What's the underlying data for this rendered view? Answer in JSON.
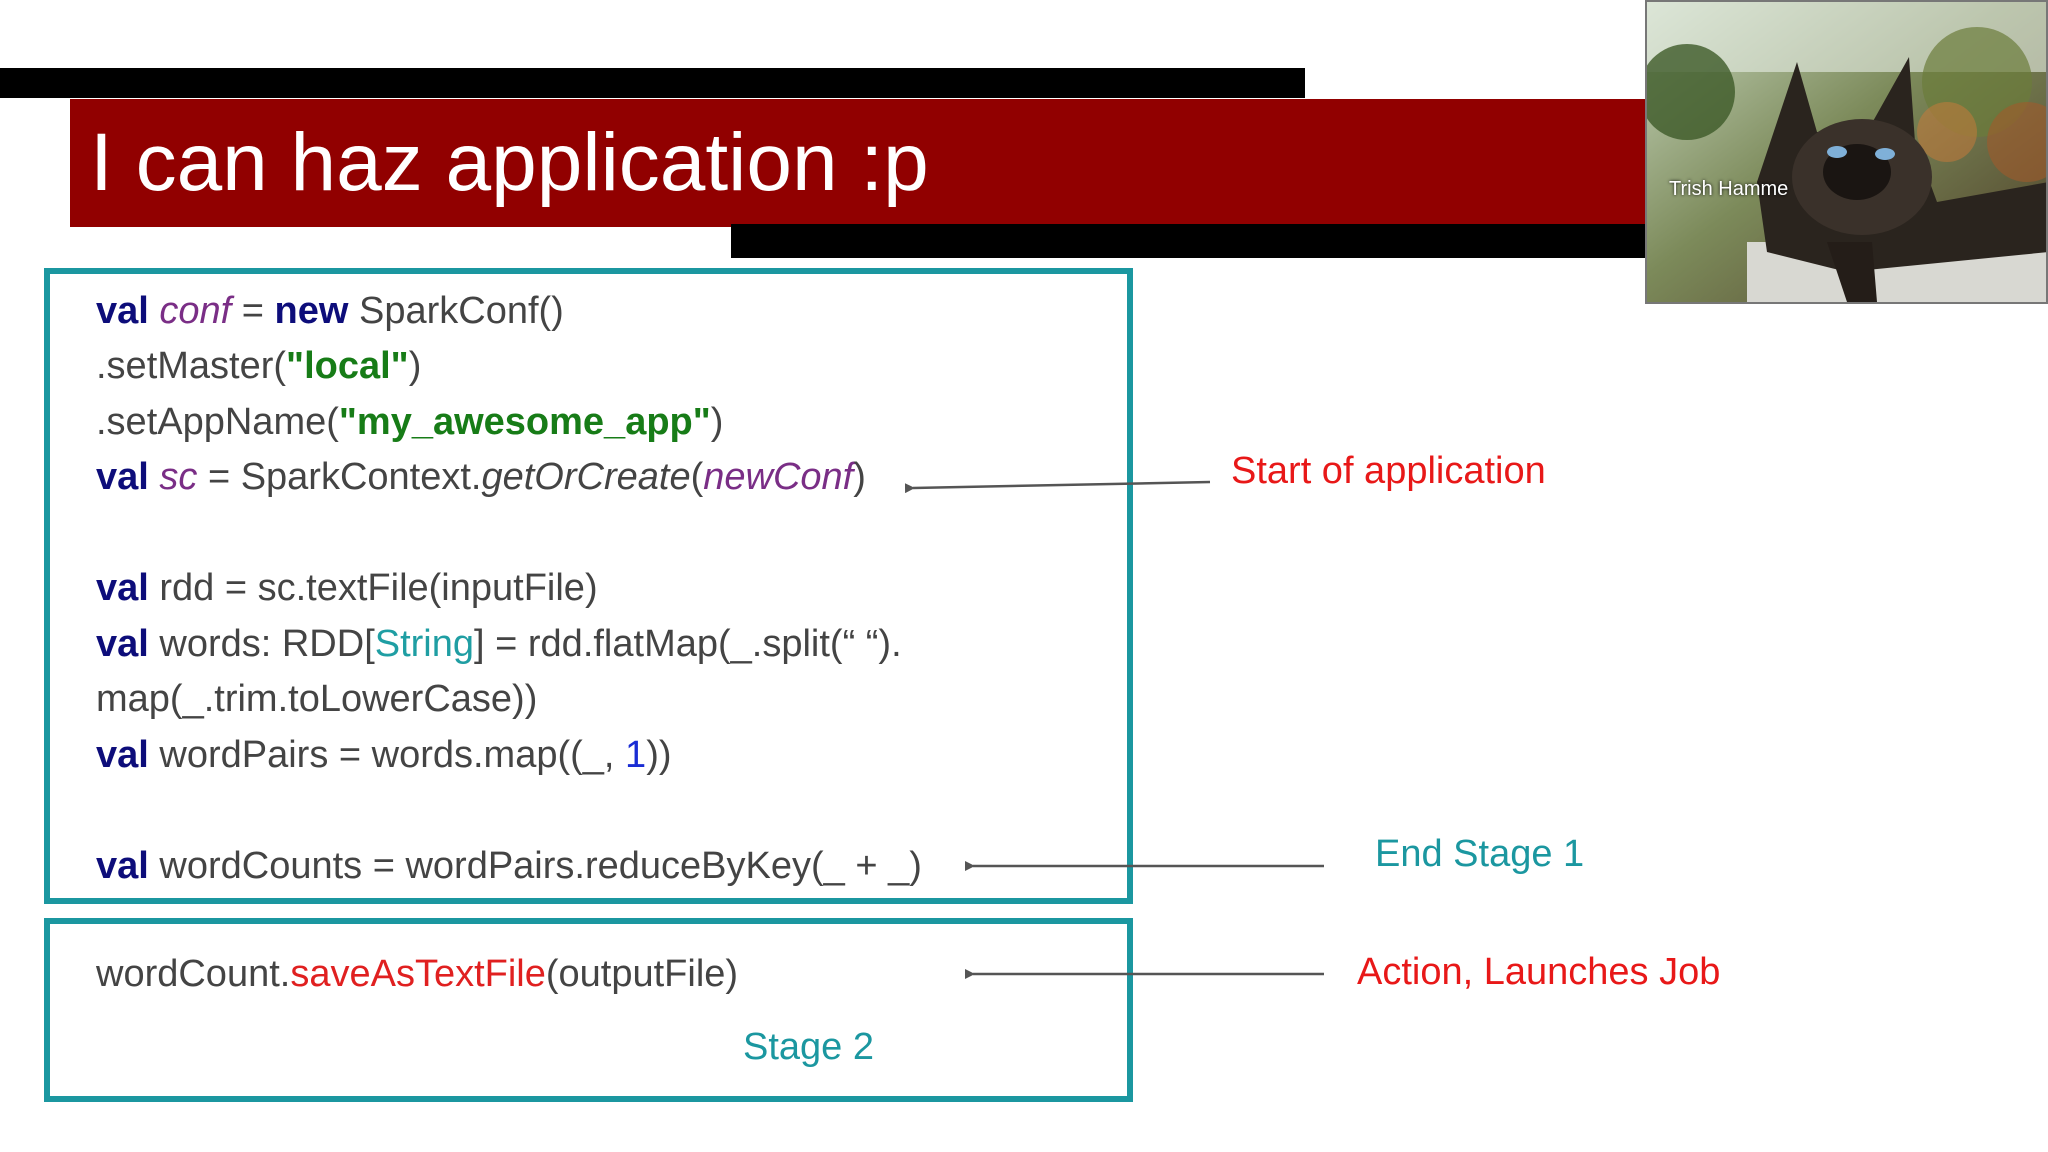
{
  "slide": {
    "title": "I can haz application :p"
  },
  "code_block_1": {
    "lines": [
      [
        {
          "t": "val",
          "c": "kw"
        },
        {
          "t": " "
        },
        {
          "t": "conf",
          "c": "var"
        },
        {
          "t": " = "
        },
        {
          "t": "new",
          "c": "kw"
        },
        {
          "t": " SparkConf()"
        }
      ],
      [
        {
          "t": " .setMaster("
        },
        {
          "t": "\"local\"",
          "c": "str"
        },
        {
          "t": ")"
        }
      ],
      [
        {
          "t": ".setAppName("
        },
        {
          "t": "\"my_awesome_app\"",
          "c": "str"
        },
        {
          "t": ")"
        }
      ],
      [
        {
          "t": "val",
          "c": "kw"
        },
        {
          "t": " "
        },
        {
          "t": "sc",
          "c": "var"
        },
        {
          "t": " = SparkContext."
        },
        {
          "t": "getOrCreate",
          "c": "it"
        },
        {
          "t": "("
        },
        {
          "t": "newConf",
          "c": "var"
        },
        {
          "t": ")"
        }
      ],
      [],
      [
        {
          "t": "val",
          "c": "kw"
        },
        {
          "t": " rdd = sc.textFile(inputFile)"
        }
      ],
      [
        {
          "t": "val",
          "c": "kw"
        },
        {
          "t": " words: RDD["
        },
        {
          "t": "String",
          "c": "type"
        },
        {
          "t": "] = rdd.flatMap(_.split(“ “)."
        }
      ],
      [
        {
          "t": " map(_.trim.toLowerCase))"
        }
      ],
      [
        {
          "t": "val",
          "c": "kw"
        },
        {
          "t": " wordPairs = words.map((_, "
        },
        {
          "t": "1",
          "c": "num"
        },
        {
          "t": "))"
        }
      ],
      [],
      [
        {
          "t": "val",
          "c": "kw"
        },
        {
          "t": " wordCounts = wordPairs.reduceByKey(_ + _)"
        }
      ]
    ]
  },
  "code_block_2": {
    "lines": [
      [
        {
          "t": "wordCount."
        },
        {
          "t": "saveAsTextFile",
          "c": "act"
        },
        {
          "t": "(outputFile)"
        }
      ]
    ],
    "stage_label": "Stage 2"
  },
  "annotations": {
    "start_of_application": "Start of application",
    "end_stage_1": "End Stage 1",
    "action_launches_job": "Action, Launches Job"
  },
  "webcam": {
    "participant_name": "Trish Hamme"
  },
  "colors": {
    "title_band": "#910000",
    "box_border": "#1b97a0",
    "annotation_red": "#e81818",
    "annotation_teal": "#1b97a0"
  }
}
